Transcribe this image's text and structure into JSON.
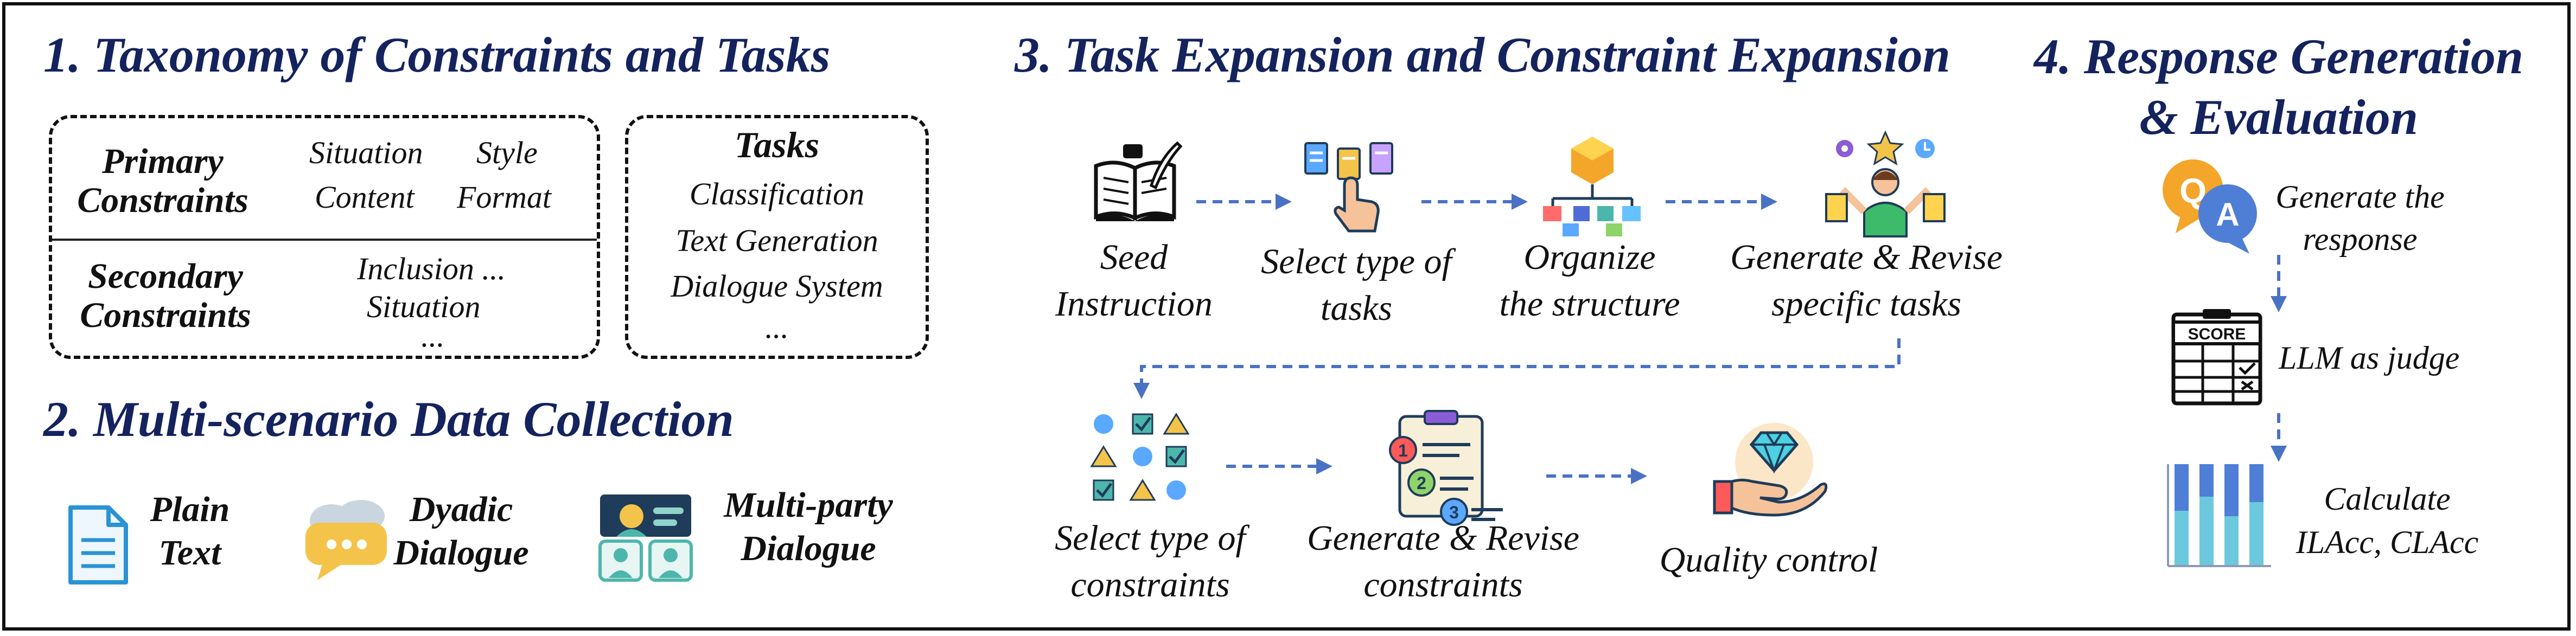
{
  "section1": {
    "title": "1. Taxonomy of Constraints and Tasks",
    "primary_label": "Primary\nConstraints",
    "secondary_label": "Secondary\nConstraints",
    "primary_items": [
      "Situation",
      "Style",
      "Content",
      "Format"
    ],
    "secondary_items": [
      "Inclusion ...",
      "Situation",
      "..."
    ],
    "tasks_header": "Tasks",
    "tasks_items": [
      "Classification",
      "Text Generation",
      "Dialogue System",
      "..."
    ]
  },
  "section2": {
    "title": "2. Multi-scenario Data Collection",
    "items": [
      {
        "label": "Plain\nText",
        "icon": "document-icon"
      },
      {
        "label": "Dyadic\nDialogue",
        "icon": "chat-bubble-icon"
      },
      {
        "label": "Multi-party\nDialogue",
        "icon": "group-chat-icon"
      }
    ]
  },
  "section3": {
    "title": "3. Task Expansion and Constraint Expansion",
    "task_steps": [
      {
        "label": "Seed\nInstruction",
        "icon": "open-book-quill-icon"
      },
      {
        "label": "Select type of\ntasks",
        "icon": "hand-select-cards-icon"
      },
      {
        "label": "Organize\nthe structure",
        "icon": "hierarchy-structure-icon"
      },
      {
        "label": "Generate & Revise\nspecific tasks",
        "icon": "person-juggling-tasks-icon"
      }
    ],
    "constraint_steps": [
      {
        "label": "Select type of\nconstraints",
        "icon": "shapes-checkbox-grid-icon"
      },
      {
        "label": "Generate & Revise\nconstraints",
        "icon": "numbered-checklist-clipboard-icon"
      },
      {
        "label": "Quality control",
        "icon": "hand-diamond-icon"
      }
    ]
  },
  "section4": {
    "title": "4. Response Generation\n& Evaluation",
    "steps": [
      {
        "label": "Generate the\nresponse",
        "icon": "qa-bubbles-icon"
      },
      {
        "label": "LLM as judge",
        "icon": "scoreboard-icon",
        "score_text": "SCORE"
      },
      {
        "label": "Calculate\nILAcc, CLAcc",
        "icon": "bar-chart-icon"
      }
    ]
  },
  "colors": {
    "title": "#14235e",
    "arrow": "#4a72c4"
  }
}
